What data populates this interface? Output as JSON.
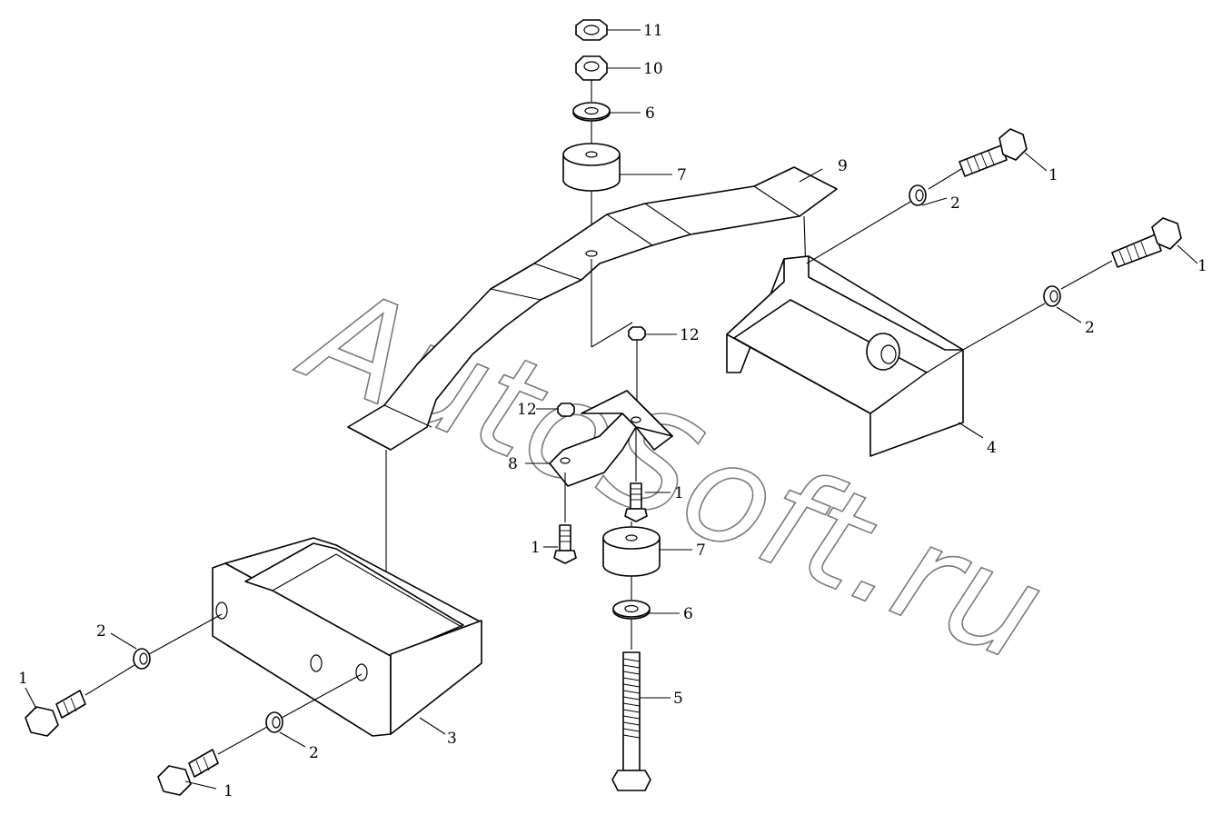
{
  "watermark": "AutoSoft.ru",
  "callouts": {
    "c11": "11",
    "c10": "10",
    "c6_top": "6",
    "c7_top": "7",
    "c9": "9",
    "c1_r1": "1",
    "c2_r1": "2",
    "c1_r2": "1",
    "c2_r2": "2",
    "c12_a": "12",
    "c12_b": "12",
    "c8": "8",
    "c1_mid_a": "1",
    "c1_mid_b": "1",
    "c7_bot": "7",
    "c6_bot": "6",
    "c5": "5",
    "c4": "4",
    "c3": "3",
    "c2_l1": "2",
    "c1_l1": "1",
    "c2_l2": "2",
    "c1_l2": "1"
  }
}
